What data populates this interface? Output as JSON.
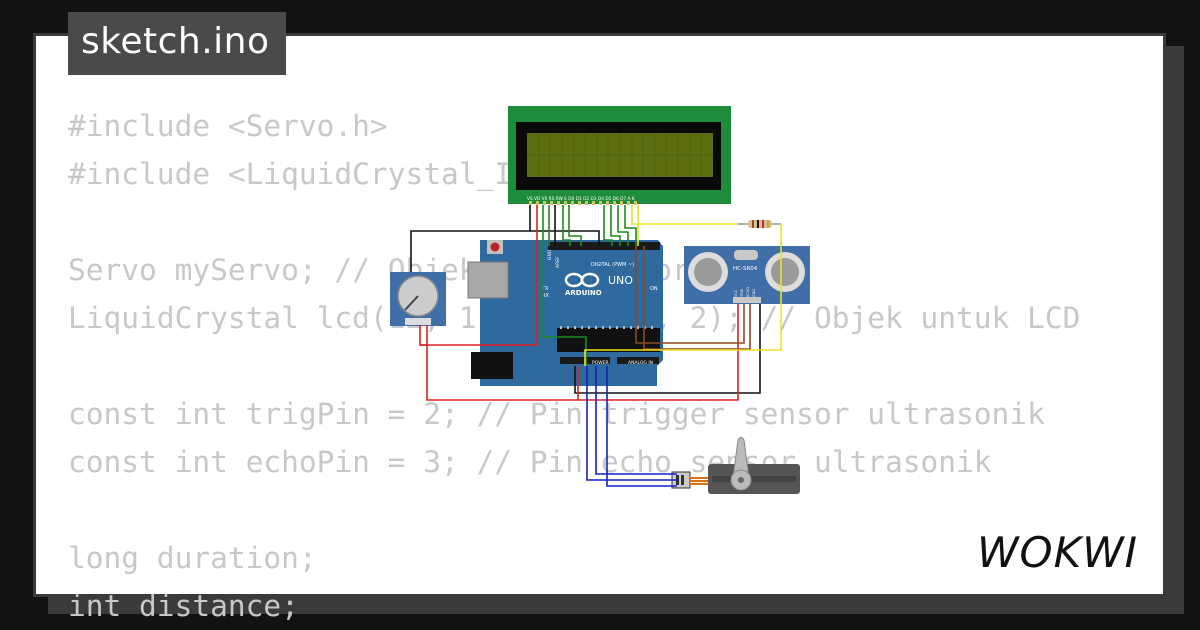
{
  "file_tab": {
    "filename": "sketch.ino"
  },
  "code_lines": [
    "#include <Servo.h>",
    "#include <LiquidCrystal_I2C.h>",
    "",
    "Servo myServo; // Objek untuk motor servo",
    "LiquidCrystal lcd(12, 11, 5, 4, 3, 2); // Objek untuk LCD",
    "",
    "const int trigPin = 2; // Pin trigger sensor ultrasonik",
    "const int echoPin = 3; // Pin echo sensor ultrasonik",
    "",
    "long duration;",
    "int distance;"
  ],
  "board": {
    "name": "UNO",
    "brand": "ARDUINO",
    "digital_label": "DIGITAL (PWM ~)",
    "power_label": "POWER",
    "analog_label": "ANALOG IN",
    "on_label": "ON",
    "tx_label": "TX",
    "rx_label": "RX",
    "gnd_label": "GND",
    "aref_label": "AREF"
  },
  "sensor": {
    "model": "HC-SR04",
    "pins": [
      "VCC",
      "TRIG",
      "ECHO",
      "GND"
    ]
  },
  "lcd": {
    "pin_labels": "VS VD V0 RS RW E D0 D1 D2 D3 D4 D5 D6 D7 A K"
  },
  "logo": {
    "text": "WOKWI"
  },
  "colors": {
    "background": "#121212",
    "card": "#ffffff",
    "tab": "#4a4a4a",
    "code_text": "#c8c8c8",
    "board_blue": "#2e6a9e",
    "lcd_green": "#1e8c3a",
    "lcd_screen": "#5c6e10",
    "sensor_blue": "#3f6fa6",
    "wire_red": "#e02020",
    "wire_black": "#111111",
    "wire_green": "#1d8a1d",
    "wire_brown": "#8b4a22",
    "wire_yellow": "#f0e020",
    "wire_blue": "#1020c8"
  },
  "icons": {
    "arduino_logo": "infinity-icon",
    "potentiometer": "potentiometer-knob-icon",
    "resistor": "resistor-icon",
    "servo": "servo-motor-icon"
  }
}
